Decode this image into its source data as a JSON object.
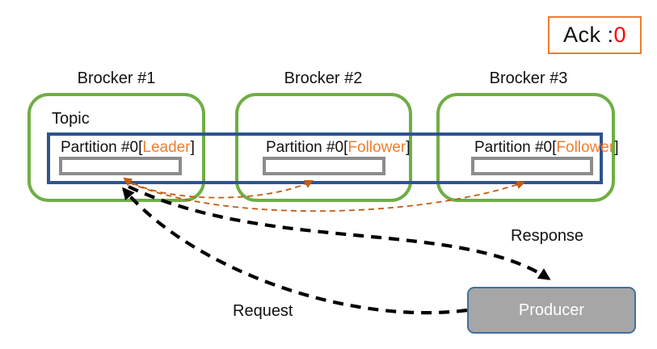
{
  "ack": {
    "prefix": "Ack : ",
    "value": "0"
  },
  "topic_label": "Topic",
  "brokers": [
    {
      "label": "Brocker #1",
      "partition_name": "Partition #0",
      "bracket_open": "[",
      "role": "Leader",
      "bracket_close": "]"
    },
    {
      "label": "Brocker #2",
      "partition_name": "Partition #0",
      "bracket_open": "[",
      "role": "Follower",
      "bracket_close": "]"
    },
    {
      "label": "Brocker #3",
      "partition_name": "Partition #0",
      "bracket_open": "[",
      "role": "Follower",
      "bracket_close": "]"
    }
  ],
  "producer_label": "Producer",
  "flow_labels": {
    "request": "Request",
    "response": "Response"
  },
  "colors": {
    "broker_border": "#6fae45",
    "topic_border": "#2f538f",
    "partition_box_border": "#8c8c8c",
    "role_text": "#ed7d31",
    "ack_border": "#ed7d31",
    "ack_value": "#ff0000",
    "replication_arrow": "#c55a11",
    "flow_arrow": "#000000",
    "producer_fill": "#a6a6a6",
    "producer_border": "#41719c",
    "producer_text": "#ffffff"
  }
}
